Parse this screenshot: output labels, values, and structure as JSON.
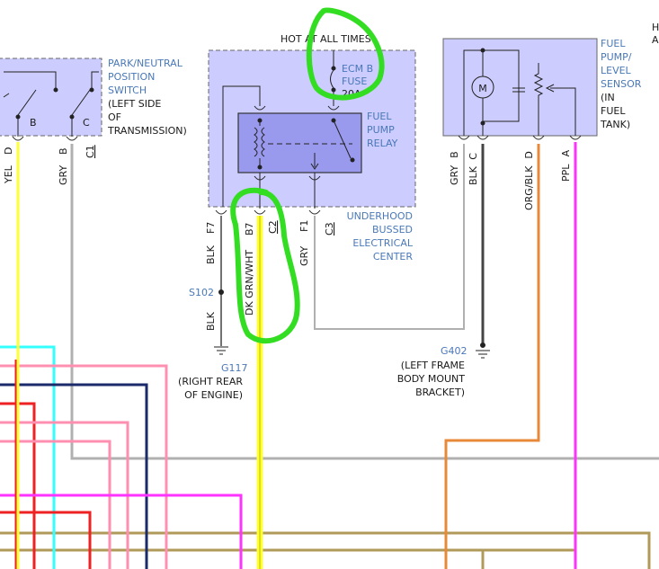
{
  "colors": {
    "component_fill": "#ccccff",
    "relay_fill": "#9999ee",
    "label_blue": "#4a78b8",
    "wire_yellow": "#ffff33",
    "wire_gray": "#b0b0b0",
    "wire_black": "#333333",
    "wire_orange": "#e8893a",
    "wire_magenta": "#ff33ff",
    "wire_cyan": "#33ffff",
    "wire_pink": "#ff8fb0",
    "wire_navy": "#1a2a6b",
    "wire_red": "#ee2222",
    "wire_olive": "#b09a5a",
    "highlight_green": "#33dd22"
  },
  "corner_text": {
    "line1": "H",
    "line2": "A"
  },
  "fuse": {
    "top_label": "HOT AT ALL TIMES",
    "name_line1": "ECM B",
    "name_line2": "FUSE",
    "rating": "20A"
  },
  "relay": {
    "line1": "FUEL",
    "line2": "PUMP",
    "line3": "RELAY"
  },
  "park_switch": {
    "lines": [
      "PARK/NEUTRAL",
      "POSITION",
      "SWITCH"
    ],
    "note_lines": [
      "(LEFT SIDE",
      "OF",
      "TRANSMISSION)"
    ],
    "contact_b": "B",
    "contact_c": "C",
    "connector": "C1",
    "wire_d_color": "YEL",
    "wire_d_pin": "D",
    "wire_b_color": "GRY",
    "wire_b_pin": "B"
  },
  "fuel_sensor": {
    "lines": [
      "FUEL",
      "PUMP/",
      "LEVEL",
      "SENSOR"
    ],
    "note_lines": [
      "(IN",
      "FUEL",
      "TANK)"
    ],
    "motor": "M",
    "wires": [
      {
        "color": "GRY",
        "pin": "B"
      },
      {
        "color": "BLK",
        "pin": "C"
      },
      {
        "color": "ORG/BLK",
        "pin": "D"
      },
      {
        "color": "PPL",
        "pin": "A"
      }
    ]
  },
  "ubec": {
    "lines": [
      "UNDERHOOD",
      "BUSSED",
      "ELECTRICAL",
      "CENTER"
    ],
    "wire_f7_color": "BLK",
    "wire_f7_pin": "F7",
    "wire_b7_color": "DK GRN/WHT",
    "wire_b7_pin": "B7",
    "connector_c2": "C2",
    "wire_f1_color": "GRY",
    "wire_f1_pin": "F1",
    "connector_c3": "C3"
  },
  "splice": {
    "name": "S102",
    "wire_color": "BLK"
  },
  "ground_g117": {
    "name": "G117",
    "lines": [
      "(RIGHT REAR",
      "OF ENGINE)"
    ]
  },
  "ground_g402": {
    "name": "G402",
    "lines": [
      "(LEFT FRAME",
      "BODY MOUNT",
      "BRACKET)"
    ]
  }
}
